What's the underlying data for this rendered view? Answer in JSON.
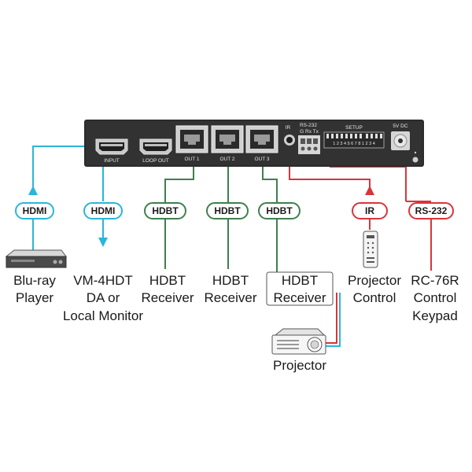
{
  "device": {
    "ports": {
      "input": "INPUT",
      "loop_out": "LOOP OUT",
      "out1": "OUT 1",
      "out2": "OUT 2",
      "out3": "OUT 3",
      "ir": "IR",
      "rs232": "RS-232",
      "rs232_pins": "G Rx Tx",
      "setup": "SETUP",
      "setup_numbers": "1 2 3 4 5 6 7 8 1 2 3 4",
      "power": "5V DC"
    }
  },
  "connections": {
    "hdmi_in": "HDMI",
    "hdmi_loop": "HDMI",
    "hdbt1": "HDBT",
    "hdbt2": "HDBT",
    "hdbt3": "HDBT",
    "ir": "IR",
    "rs232": "RS-232"
  },
  "colors": {
    "hdmi": "#29b6d8",
    "hdbt": "#3f7f4f",
    "control": "#d9343b",
    "device": "#2b2b2b"
  },
  "devices": {
    "bluray": {
      "line1": "Blu-ray",
      "line2": "Player"
    },
    "monitor": {
      "line1": "VM-4HDT",
      "line2": "DA or",
      "line3": "Local Monitor"
    },
    "receiver1": {
      "line1": "HDBT",
      "line2": "Receiver"
    },
    "receiver2": {
      "line1": "HDBT",
      "line2": "Receiver"
    },
    "receiver3": {
      "line1": "HDBT",
      "line2": "Receiver"
    },
    "projector_control": {
      "line1": "Projector",
      "line2": "Control"
    },
    "keypad": {
      "line1": "RC-76R",
      "line2": "Control",
      "line3": "Keypad"
    },
    "projector": {
      "label": "Projector"
    }
  }
}
